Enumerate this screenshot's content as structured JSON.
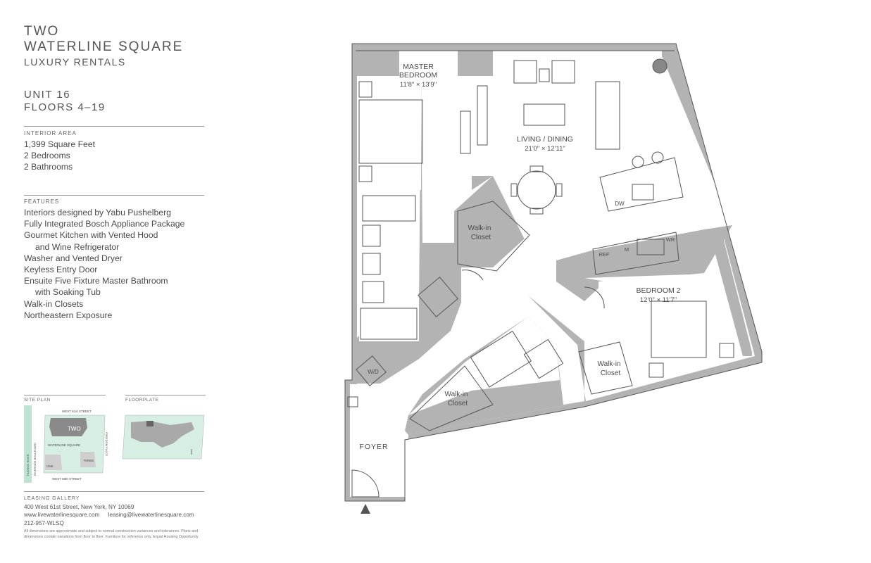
{
  "header": {
    "line1": "TWO",
    "line2": "WATERLINE SQUARE",
    "line3": "LUXURY RENTALS"
  },
  "unit": {
    "name": "UNIT 16",
    "floors": "FLOORS 4–19"
  },
  "interior": {
    "heading": "INTERIOR AREA",
    "items": [
      "1,399 Square Feet",
      "2 Bedrooms",
      "2 Bathrooms"
    ]
  },
  "features": {
    "heading": "FEATURES",
    "items": [
      "Interiors designed by Yabu Pushelberg",
      "Fully Integrated Bosch Appliance Package",
      "Gourmet Kitchen with Vented Hood",
      "and Wine Refrigerator",
      "Washer and Vented Dryer",
      "Keyless Entry Door",
      "Ensuite Five Fixture Master Bathroom",
      "with Soaking Tub",
      "Walk-in Closets",
      "Northeastern Exposure"
    ]
  },
  "site_plan": {
    "heading": "SITE PLAN",
    "north_street": "WEST 61st STREET",
    "south_street": "WEST 59th STREET",
    "west_road": "HUDSON RIVER",
    "west_road2": "RIVERSIDE BOULEVARD",
    "east_road": "FREEDOM PLACE",
    "building_two": "TWO",
    "waterline": "WATERLINE SQUARE",
    "building_one": "ONE",
    "building_three": "THREE"
  },
  "floorplate": {
    "heading": "FLOORPLATE"
  },
  "leasing": {
    "heading": "LEASING GALLERY",
    "address": "400 West 61st Street, New York, NY 10069",
    "web": "www.livewaterlinesquare.com",
    "email": "leasing@livewaterlinesquare.com",
    "phone": "212-957-WLSQ",
    "disclaimer1": "All dimensions are approximate and subject to normal construction variances and tolerances. Plans and",
    "disclaimer2": "dimensions contain variations from floor to floor. Furniture for reference only. Equal Housing Opportunity"
  },
  "floorplan": {
    "master_bedroom_1": "MASTER",
    "master_bedroom_2": "BEDROOM",
    "master_bedroom_dim": "11'8\" × 13'9\"",
    "living_dining": "LIVING / DINING",
    "living_dining_dim": "21'0\" × 12'11\"",
    "bedroom2": "BEDROOM 2",
    "bedroom2_dim": "12'0\" × 11'7\"",
    "walkin_1a": "Walk-in",
    "walkin_1b": "Closet",
    "walkin_2a": "Walk-in",
    "walkin_2b": "Closet",
    "walkin_3a": "Walk-in",
    "walkin_3b": "Closet",
    "foyer": "FOYER",
    "wd": "W/D",
    "dw": "DW",
    "ref": "REF",
    "m": "M",
    "wr": "WR"
  },
  "colors": {
    "wall": "#b3b3b3",
    "line": "#555555",
    "map_green": "#d7eee2",
    "building": "#8a8a8a"
  }
}
